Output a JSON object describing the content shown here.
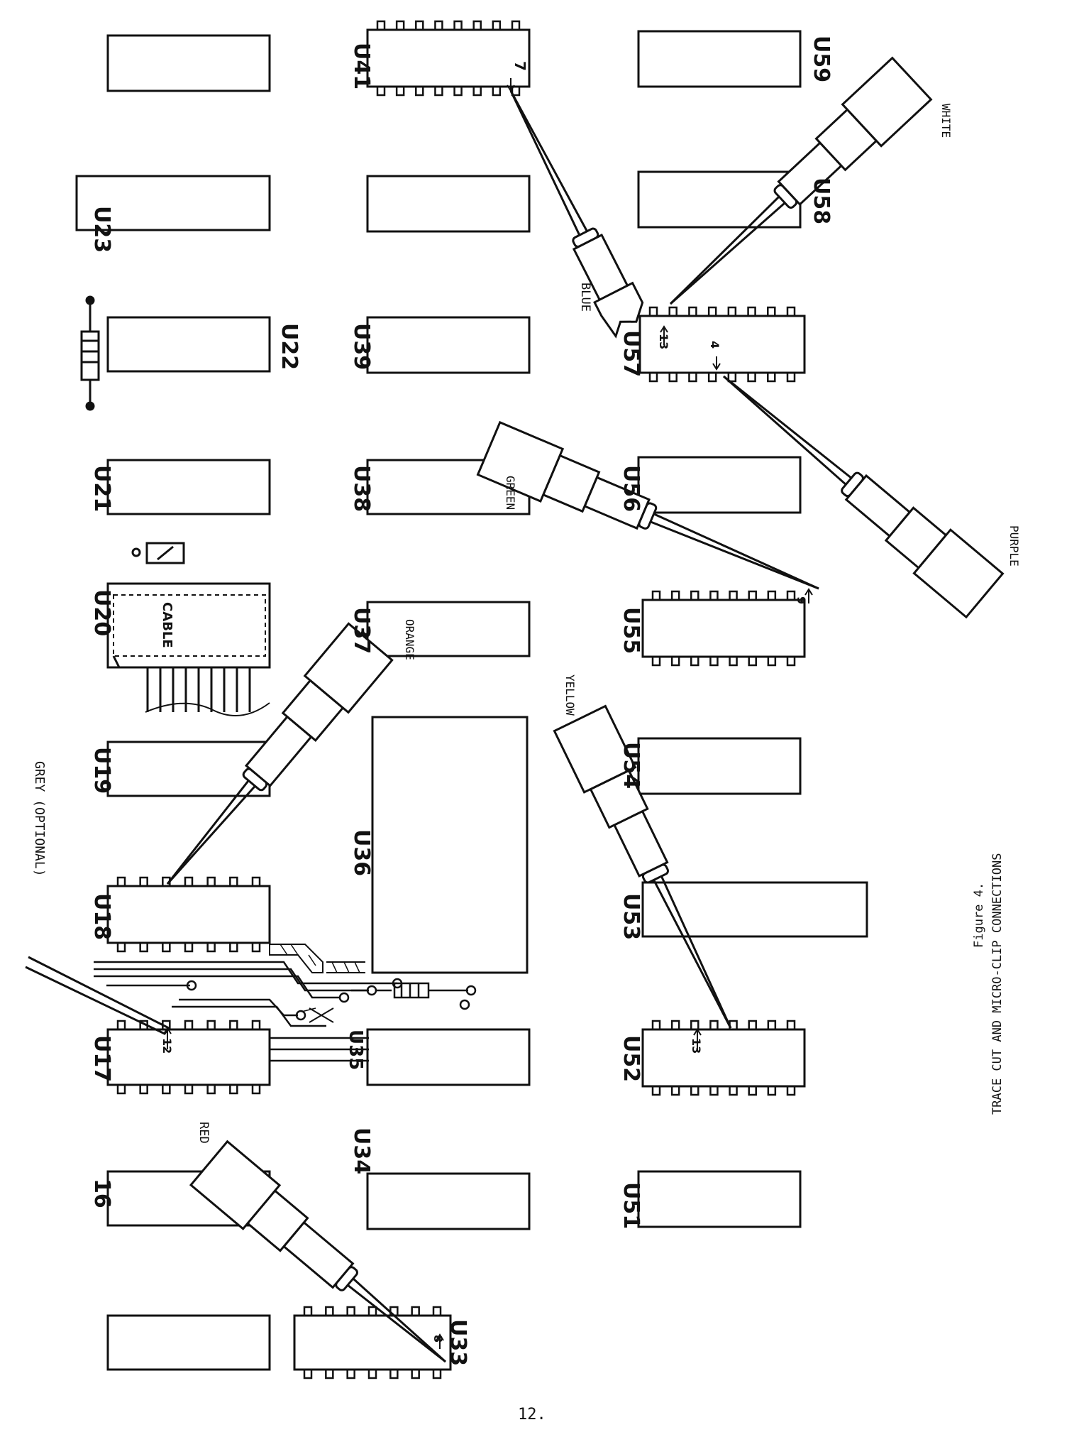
{
  "figure": {
    "number_label": "Figure 4.",
    "title": "TRACE CUT AND MICRO-CLIP CONNECTIONS"
  },
  "page_number": "12.",
  "chips": {
    "u16": "16",
    "u17": "U17",
    "u18": "U18",
    "u19": "U19",
    "u20": "U20",
    "u21": "U21",
    "u22": "U22",
    "u23": "U23",
    "u33": "U33",
    "u34": "U34",
    "u35": "U35",
    "u36": "U36",
    "u37": "U37",
    "u38": "U38",
    "u39": "U39",
    "u41": "U41",
    "u51": "U51",
    "u52": "U52",
    "u53": "U53",
    "u54": "U54",
    "u55": "U55",
    "u56": "U56",
    "u57": "U57",
    "u58": "U58",
    "u59": "U59"
  },
  "cable_label": "CABLE",
  "clips": {
    "grey": "GREY (OPTIONAL)",
    "red": "RED",
    "orange": "ORANGE",
    "yellow": "YELLOW",
    "green": "GREEN",
    "blue": "BLUE",
    "white": "WHITE",
    "purple": "PURPLE"
  },
  "pins": {
    "u17_pin": "12",
    "u33_pin": "8",
    "u52_pin": "13",
    "u55_pin": "9",
    "u57_pin_a": "13",
    "u57_pin_b": "4",
    "u41_pin": "7"
  },
  "colors": {
    "ink": "#111111",
    "paper": "#ffffff"
  }
}
